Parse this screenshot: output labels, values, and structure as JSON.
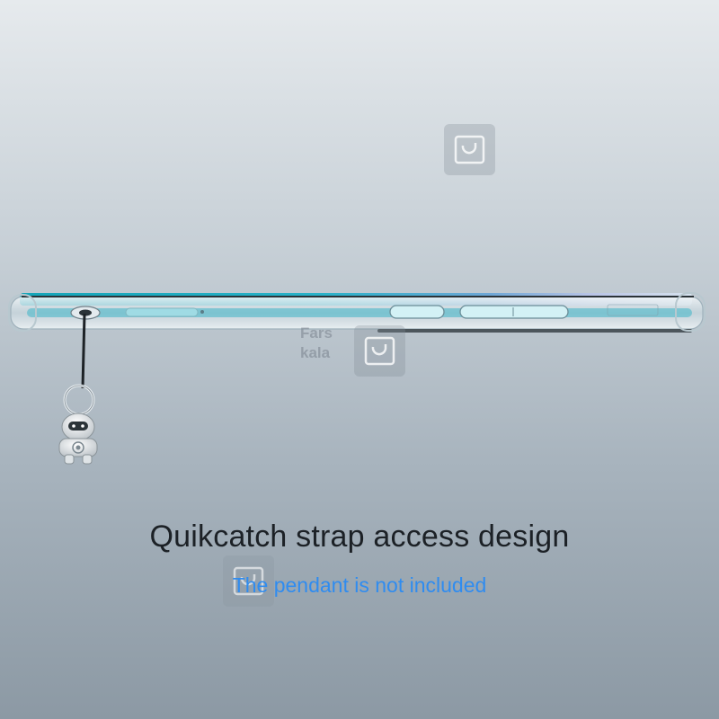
{
  "image": {
    "subject": "transparent phone case side view with strap hole and pendant",
    "colors": {
      "accent_text": "#2f8cf0",
      "headline_text": "#1c2126",
      "background_top": "#e6eaed",
      "background_bottom": "#8c99a4"
    }
  },
  "watermark": {
    "word_line1": "Fars",
    "word_line2": "kala",
    "icon": "farskala-logo-icon"
  },
  "caption": {
    "headline": "Quikcatch strap access design",
    "note": "The pendant is not included"
  }
}
